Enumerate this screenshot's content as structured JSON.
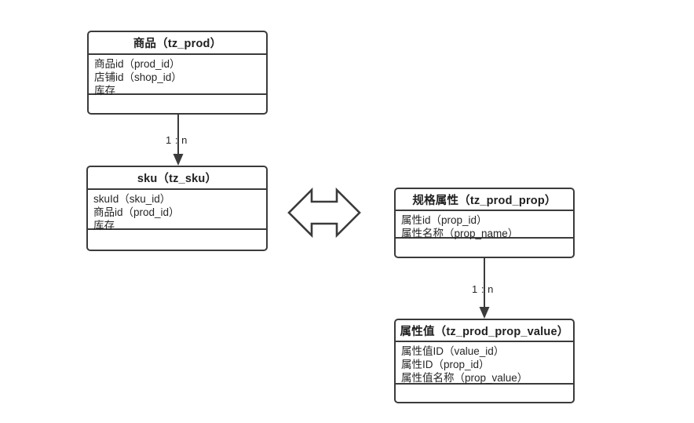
{
  "diagram": {
    "type": "entity-relationship-diagram",
    "background_color": "#ffffff",
    "stroke_color": "#3b3b3b",
    "text_color": "#262626"
  },
  "entities": [
    {
      "id": "tz_prod",
      "title": "商品（tz_prod）",
      "attributes": [
        "商品id（prod_id）",
        "店铺id（shop_id）",
        "库存"
      ],
      "methods": []
    },
    {
      "id": "tz_sku",
      "title": "sku（tz_sku）",
      "attributes": [
        "skuId（sku_id）",
        "商品id（prod_id）",
        "库存"
      ],
      "methods": []
    },
    {
      "id": "tz_prod_prop",
      "title": "规格属性（tz_prod_prop）",
      "attributes": [
        "属性id（prop_id）",
        "属性名称（prop_name）"
      ],
      "methods": []
    },
    {
      "id": "tz_prod_prop_value",
      "title": "属性值（tz_prod_prop_value）",
      "attributes": [
        "属性值ID（value_id）",
        "属性ID（prop_id）",
        "属性值名称（prop_value）"
      ],
      "methods": []
    }
  ],
  "relationships": [
    {
      "id": "prod-to-sku",
      "from": "tz_prod",
      "to": "tz_sku",
      "cardinality": "1 : n",
      "style": "vertical-arrow-down"
    },
    {
      "id": "prop-to-prop-value",
      "from": "tz_prod_prop",
      "to": "tz_prod_prop_value",
      "cardinality": "1 : n",
      "style": "vertical-arrow-down"
    },
    {
      "id": "sku-to-prop",
      "from": "tz_sku",
      "to": "tz_prod_prop",
      "cardinality": "",
      "style": "double-headed-block-arrow"
    }
  ]
}
